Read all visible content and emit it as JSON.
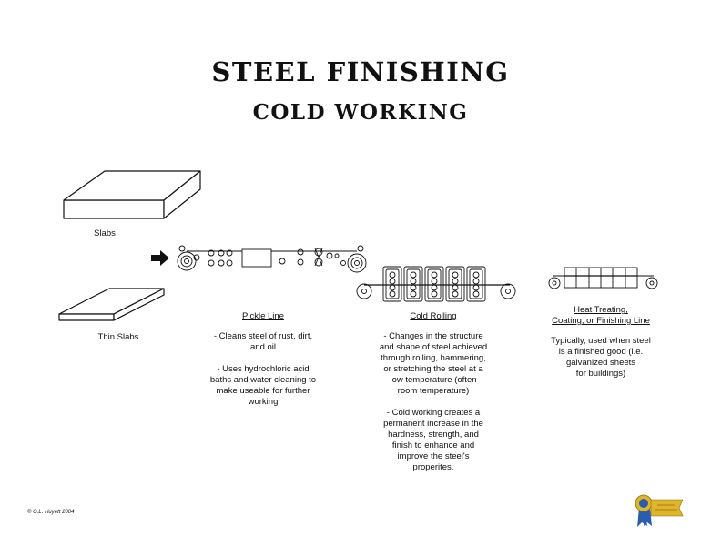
{
  "title": "STEEL FINISHING",
  "subtitle": "COLD WORKING",
  "slabs": {
    "label": "Slabs"
  },
  "thin_slabs": {
    "label": "Thin Slabs"
  },
  "pickle_line": {
    "heading": "Pickle Line",
    "description": "- Cleans steel of rust, dirt,\nand oil\n\n- Uses hydrochloric acid\nbaths and water cleaning to\nmake useable for further\nworking"
  },
  "cold_rolling": {
    "heading": "Cold Rolling",
    "description": "- Changes in the structure\nand shape of steel achieved\nthrough rolling, hammering,\nor stretching the steel at a\nlow temperature (often\nroom temperature)\n\n- Cold working creates a\npermanent increase in the\nhardness, strength, and\nfinish to enhance and\nimprove the steel's\nproperites."
  },
  "finishing_line": {
    "heading_line1": "Heat Treating,",
    "heading_line2": "Coating, or Finishing Line",
    "description": "Typically, used when steel\nis a finished good (i.e.\ngalvanized sheets\nfor buildings)"
  },
  "copyright": "© G.L. Huyett 2004",
  "colors": {
    "ribbon_blue": "#2a5db0",
    "medal_gold": "#e0b52a"
  }
}
